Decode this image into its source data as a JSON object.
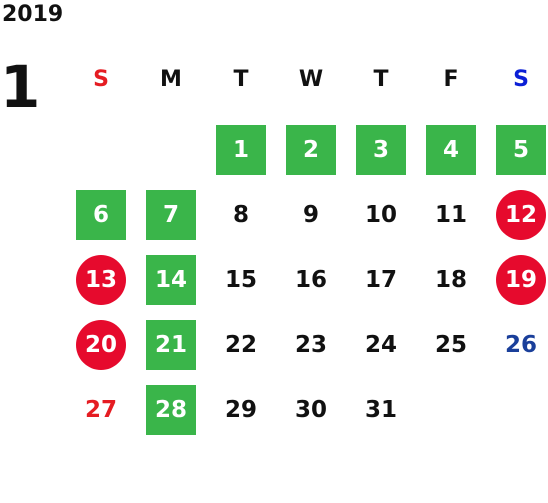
{
  "year": "2019",
  "month": "1",
  "colors": {
    "green": "#3ab54a",
    "red": "#e60a2d",
    "sunday_header": "#e51c22",
    "saturday_header": "#0b1fd6",
    "weekday_text": "#111111",
    "blue_date": "#1a3f9a"
  },
  "weekdays": [
    {
      "label": "S",
      "style": "sunday"
    },
    {
      "label": "M",
      "style": "normal"
    },
    {
      "label": "T",
      "style": "normal"
    },
    {
      "label": "W",
      "style": "normal"
    },
    {
      "label": "T",
      "style": "normal"
    },
    {
      "label": "F",
      "style": "normal"
    },
    {
      "label": "S",
      "style": "saturday"
    }
  ],
  "weeks": [
    [
      null,
      null,
      {
        "day": "1",
        "style": "green"
      },
      {
        "day": "2",
        "style": "green"
      },
      {
        "day": "3",
        "style": "green"
      },
      {
        "day": "4",
        "style": "green"
      },
      {
        "day": "5",
        "style": "green"
      }
    ],
    [
      {
        "day": "6",
        "style": "green"
      },
      {
        "day": "7",
        "style": "green"
      },
      {
        "day": "8",
        "style": "normal"
      },
      {
        "day": "9",
        "style": "normal"
      },
      {
        "day": "10",
        "style": "normal"
      },
      {
        "day": "11",
        "style": "normal"
      },
      {
        "day": "12",
        "style": "red"
      }
    ],
    [
      {
        "day": "13",
        "style": "red"
      },
      {
        "day": "14",
        "style": "green"
      },
      {
        "day": "15",
        "style": "normal"
      },
      {
        "day": "16",
        "style": "normal"
      },
      {
        "day": "17",
        "style": "normal"
      },
      {
        "day": "18",
        "style": "normal"
      },
      {
        "day": "19",
        "style": "red"
      }
    ],
    [
      {
        "day": "20",
        "style": "red"
      },
      {
        "day": "21",
        "style": "green"
      },
      {
        "day": "22",
        "style": "normal"
      },
      {
        "day": "23",
        "style": "normal"
      },
      {
        "day": "24",
        "style": "normal"
      },
      {
        "day": "25",
        "style": "normal"
      },
      {
        "day": "26",
        "style": "bluetext"
      }
    ],
    [
      {
        "day": "27",
        "style": "redtext"
      },
      {
        "day": "28",
        "style": "green"
      },
      {
        "day": "29",
        "style": "normal"
      },
      {
        "day": "30",
        "style": "normal"
      },
      {
        "day": "31",
        "style": "normal"
      },
      null,
      null
    ]
  ]
}
